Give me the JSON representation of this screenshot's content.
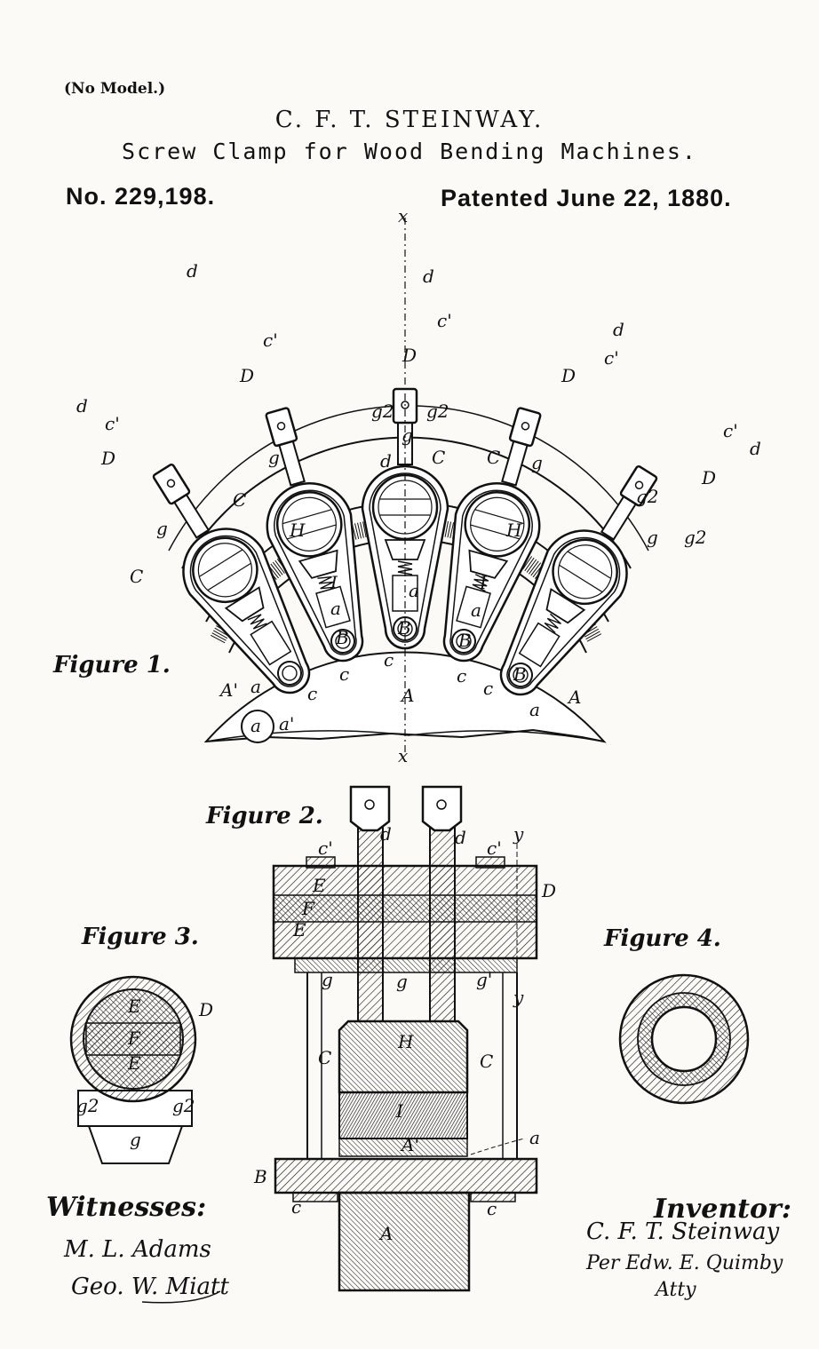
{
  "header": {
    "no_model": "(No Model.)",
    "inventor_name": "C. F. T. STEINWAY.",
    "title": "Screw Clamp for Wood Bending Machines.",
    "patent_number": "No. 229,198.",
    "patent_date": "Patented June 22, 1880."
  },
  "figures": {
    "fig1": "Figure 1.",
    "fig2": "Figure 2.",
    "fig3": "Figure 3.",
    "fig4": "Figure 4."
  },
  "labels": {
    "D": "D",
    "d": "d",
    "c_prime": "c'",
    "g": "g",
    "g2": "g2",
    "C": "C",
    "H": "H",
    "I": "I",
    "a": "a",
    "B": "B",
    "c": "c",
    "A": "A",
    "A_prime": "A'",
    "a_prime": "a'",
    "x": "x",
    "E": "E",
    "F": "F",
    "g_prime": "g'",
    "y": "y"
  },
  "witnesses": {
    "label": "Witnesses:",
    "names": [
      "M. L. Adams",
      "Geo. W. Miatt"
    ]
  },
  "inventor": {
    "label": "Inventor:",
    "signature": "C. F. T. Steinway",
    "attorney_line": "Per Edw. E. Quimby",
    "attorney_title": "Atty"
  },
  "colors": {
    "ink": "#111111",
    "paper": "#fbfaf6"
  }
}
